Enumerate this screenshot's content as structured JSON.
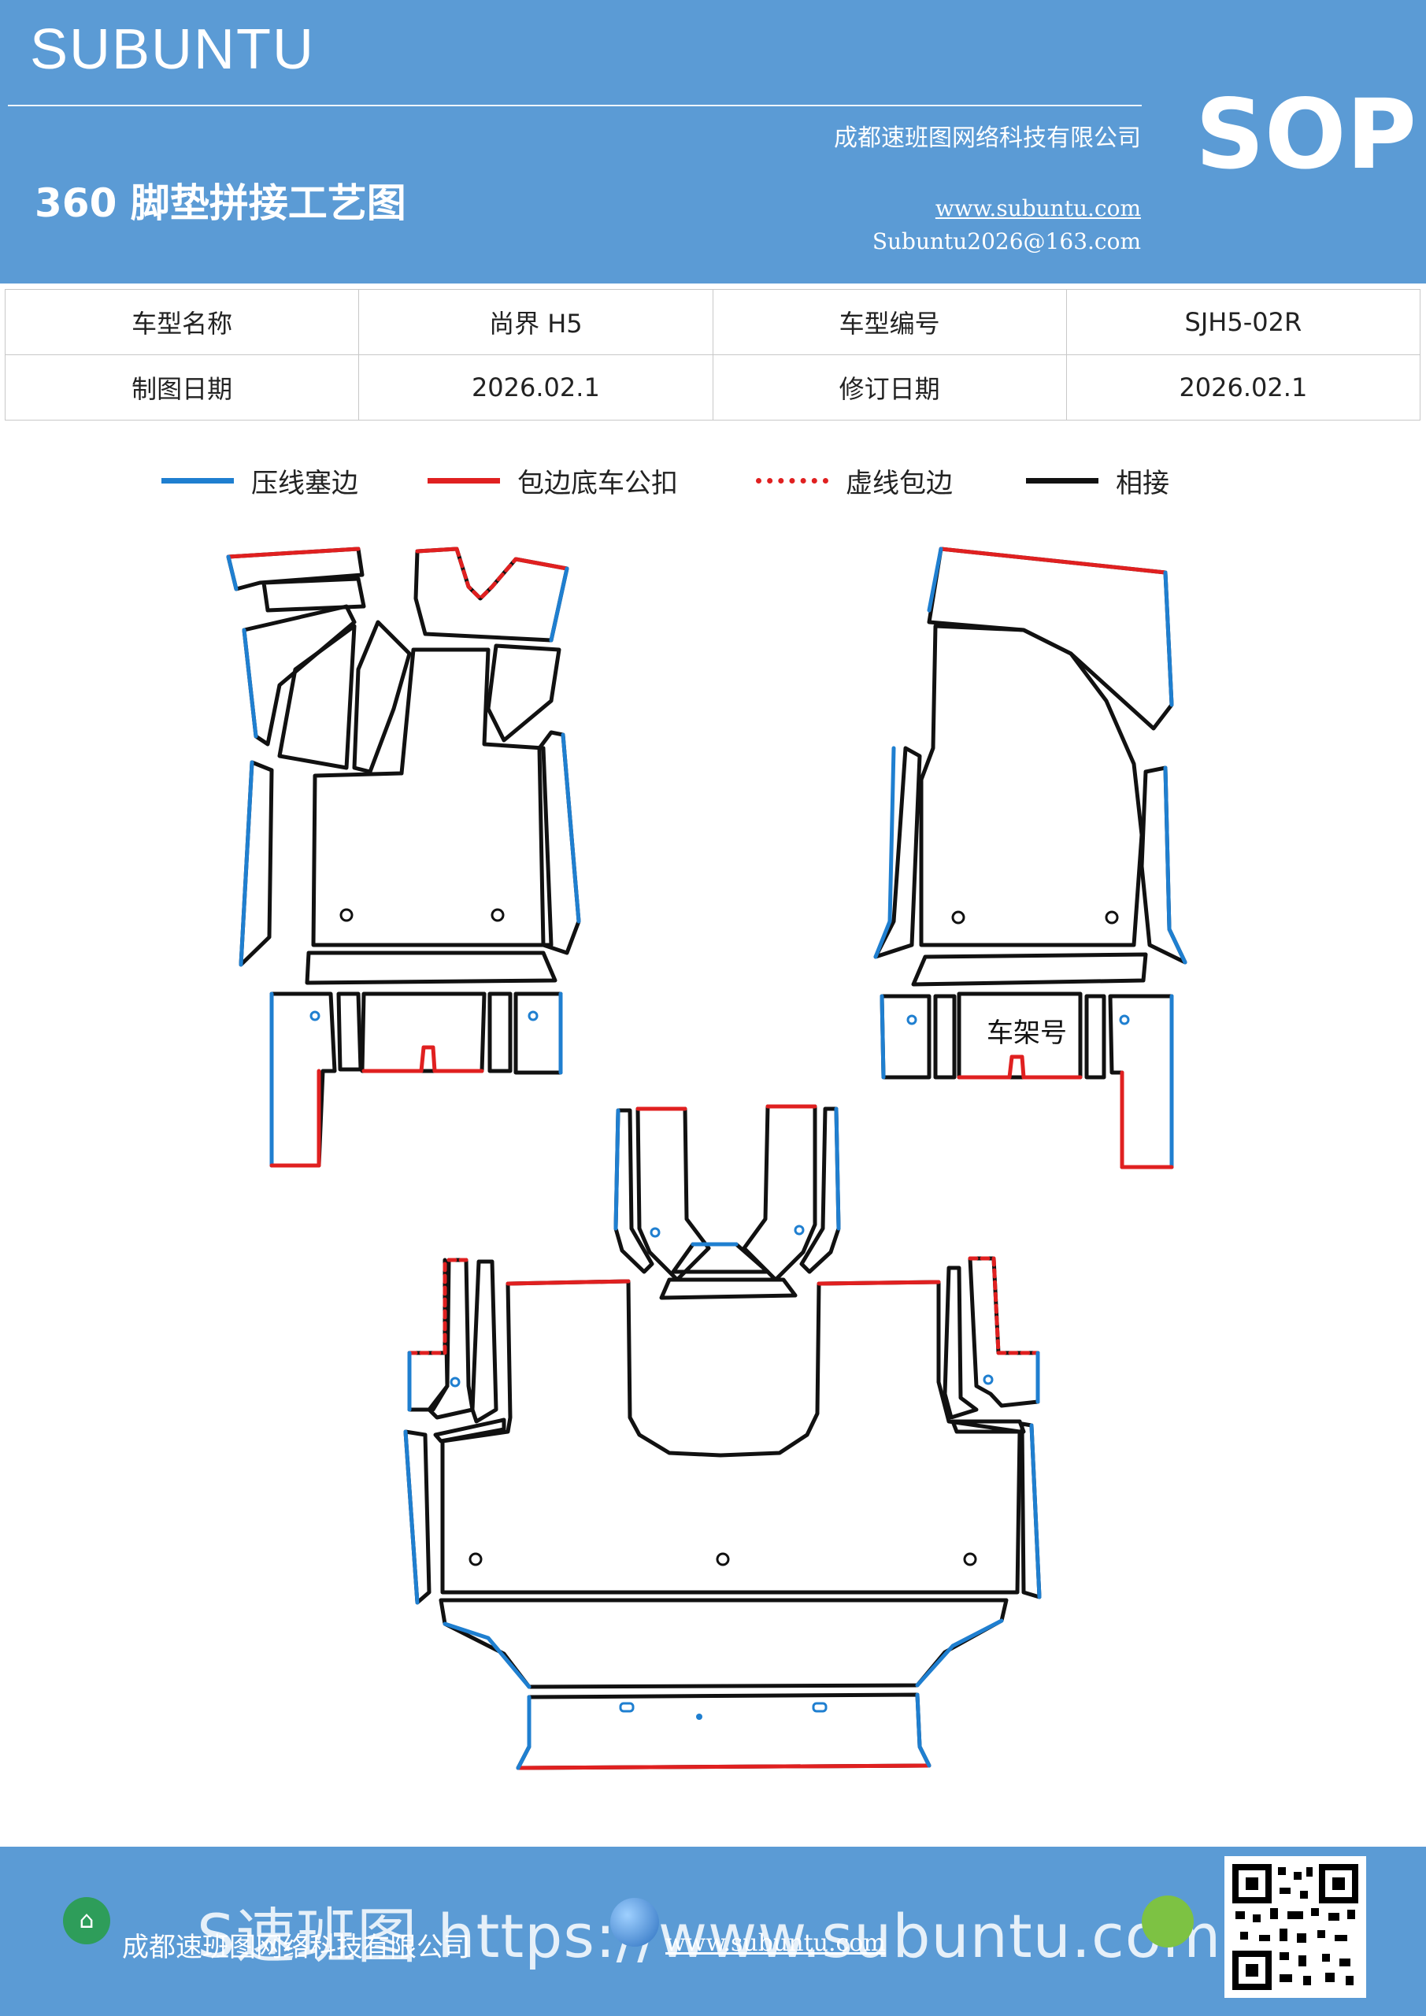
{
  "header": {
    "brand": "SUBUNTU",
    "company": "成都速班图网络科技有限公司",
    "sop": "SOP",
    "title": "360 脚垫拼接工艺图",
    "website": "www.subuntu.com",
    "email": "Subuntu2026@163.com"
  },
  "info_table": {
    "model_name_label": "车型名称",
    "model_name": "尚界 H5",
    "model_code_label": "车型编号",
    "model_code": "SJH5-02R",
    "drawing_date_label": "制图日期",
    "drawing_date": "2026.02.1",
    "revision_date_label": "修订日期",
    "revision_date": "2026.02.1"
  },
  "legend": [
    {
      "label": "压线塞边",
      "color": "#1f7fd0",
      "style": "solid"
    },
    {
      "label": "包边底车公扣",
      "color": "#e02020",
      "style": "solid"
    },
    {
      "label": "虚线包边",
      "color": "#e02020",
      "style": "dotted"
    },
    {
      "label": "相接",
      "color": "#111111",
      "style": "solid"
    }
  ],
  "diagram": {
    "vin_label": "车架号"
  },
  "footer": {
    "company": "成都速班图网络科技有限公司",
    "website": "www.subuntu.com",
    "watermark": "S速班图 https://www.subuntu.com"
  },
  "colors": {
    "header_bg": "#5b9bd5",
    "edge_blue": "#1f7fd0",
    "edge_red": "#e02020",
    "joint_black": "#111111"
  }
}
